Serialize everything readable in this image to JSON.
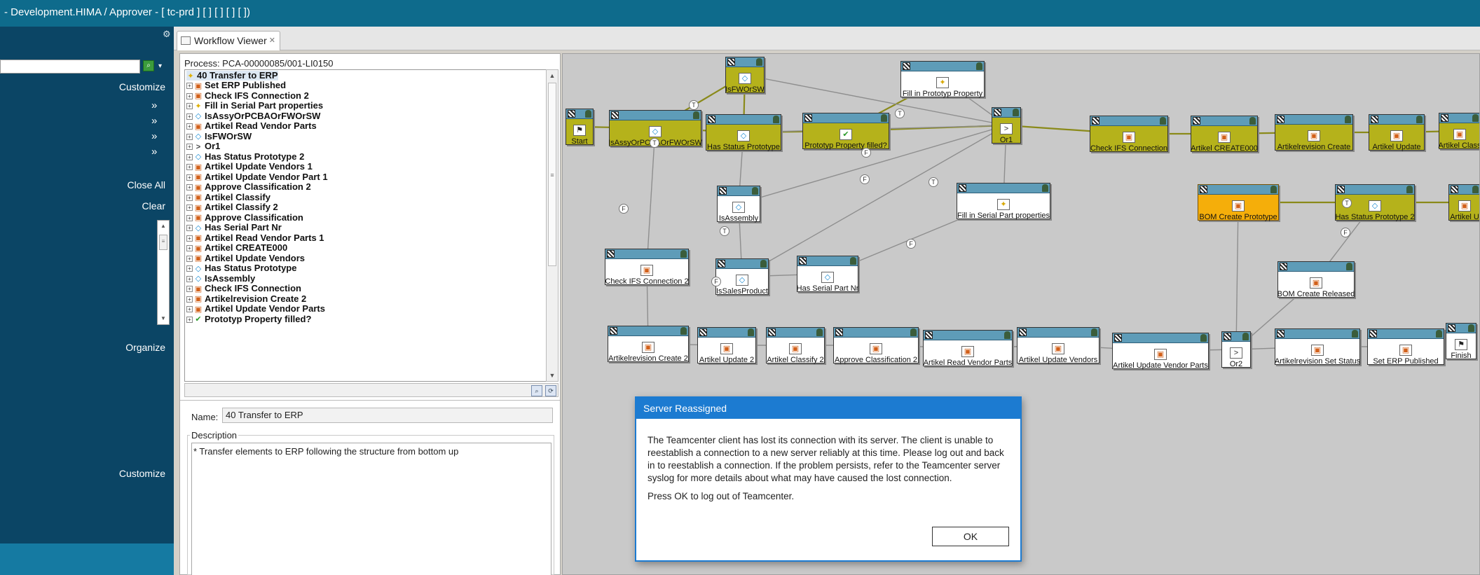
{
  "window": {
    "title": "- Development.HIMA / Approver - [ tc-prd ] [ ] [ ] [ ] [ ])"
  },
  "left_nav": {
    "customize_top": "Customize",
    "chevrons": [
      "»",
      "»",
      "»",
      "»"
    ],
    "close_all": "Close All",
    "clear": "Clear",
    "organize": "Organize",
    "customize_bottom": "Customize"
  },
  "tabs": [
    {
      "label": "Workflow Viewer",
      "active": true
    }
  ],
  "process": {
    "label": "Process: PCA-00000085/001-LI0150"
  },
  "tree": {
    "root": {
      "label": "40 Transfer to ERP",
      "icon": "star-icon"
    },
    "items": [
      {
        "label": "Set ERP Published",
        "icon": "task"
      },
      {
        "label": "Check IFS Connection 2",
        "icon": "task"
      },
      {
        "label": "Fill in Serial Part properties",
        "icon": "star"
      },
      {
        "label": "IsAssyOrPCBAOrFWOrSW",
        "icon": "cond"
      },
      {
        "label": "Artikel Read Vendor Parts",
        "icon": "task"
      },
      {
        "label": "IsFWOrSW",
        "icon": "cond"
      },
      {
        "label": "Or1",
        "icon": "or"
      },
      {
        "label": "Has Status Prototype 2",
        "icon": "cond"
      },
      {
        "label": "Artikel Update Vendors 1",
        "icon": "task"
      },
      {
        "label": "Artikel Update Vendor Part 1",
        "icon": "task"
      },
      {
        "label": "Approve Classification 2",
        "icon": "task"
      },
      {
        "label": "Artikel Classify",
        "icon": "task"
      },
      {
        "label": "Artikel Classify 2",
        "icon": "task"
      },
      {
        "label": "Approve Classification",
        "icon": "task"
      },
      {
        "label": "Has Serial Part Nr",
        "icon": "cond"
      },
      {
        "label": "Artikel Read Vendor Parts 1",
        "icon": "task"
      },
      {
        "label": "Artikel CREATE000",
        "icon": "task"
      },
      {
        "label": "Artikel Update Vendors",
        "icon": "task"
      },
      {
        "label": "Has Status Prototype",
        "icon": "cond"
      },
      {
        "label": "IsAssembly",
        "icon": "cond"
      },
      {
        "label": "Check IFS Connection",
        "icon": "task"
      },
      {
        "label": "Artikelrevision Create 2",
        "icon": "task"
      },
      {
        "label": "Artikel Update Vendor Parts",
        "icon": "task"
      },
      {
        "label": "Prototyp Property filled?",
        "icon": "done"
      }
    ]
  },
  "properties": {
    "name_label": "Name:",
    "name_value": "40 Transfer to ERP",
    "description_label": "Description",
    "description_value": "* Transfer elements to ERP following the structure from bottom up"
  },
  "workflow": {
    "nodes": {
      "start": "Start",
      "isassy": "IsAssyOrPCBAOrFWOrSW",
      "isfworsw": "IsFWOrSW",
      "hasstatus": "Has Status Prototype",
      "protofilled": "Prototyp Property filled?",
      "fillproto": "Fill in Prototyp Property",
      "or1": "Or1",
      "checkifs": "Check IFS Connection",
      "create000": "Artikel CREATE000",
      "revcreate": "Artikelrevision Create",
      "update": "Artikel Update",
      "classify_partial": "Artikel Class",
      "isassembly": "IsAssembly",
      "fillserial": "Fill in Serial Part properties",
      "checkifs2": "Check IFS Connection 2",
      "issales": "IsSalesProduct",
      "hasserial": "Has Serial Part Nr",
      "bomproto": "BOM Create Prototype",
      "hasstatus2": "Has Status Prototype 2",
      "right_partial": "Artikel U",
      "bomreleased": "BOM Create Released",
      "revcreate2": "Artikelrevision Create 2",
      "update2": "Artikel Update 2",
      "classify2": "Artikel Classify 2",
      "approve2": "Approve Classification 2",
      "readvendor": "Artikel Read Vendor Parts",
      "updatevendors": "Artikel Update Vendors",
      "updatevendorparts": "Artikel Update Vendor Parts",
      "or2": "Or2",
      "revsetstatus": "Artikelrevision Set Status",
      "seterp": "Set ERP Published",
      "finish": "Finish"
    },
    "edge_true": "T",
    "edge_false": "F"
  },
  "dialog": {
    "title": "Server Reassigned",
    "message": "The Teamcenter client has lost its connection with its server. The client is unable to reestablish a connection to a new server reliably at this time. Please log out and back in to reestablish a connection. If the problem persists, refer to the Teamcenter server syslog for more details about what may have caused the lost connection.",
    "prompt": "Press OK to log out of Teamcenter.",
    "ok_label": "OK"
  },
  "colors": {
    "titlebar": "#0e6b8c",
    "nav": "#0b4565",
    "task_node": "#b5b21b",
    "active_node": "#f5ae0a",
    "dialog_accent": "#1c7bd1"
  }
}
